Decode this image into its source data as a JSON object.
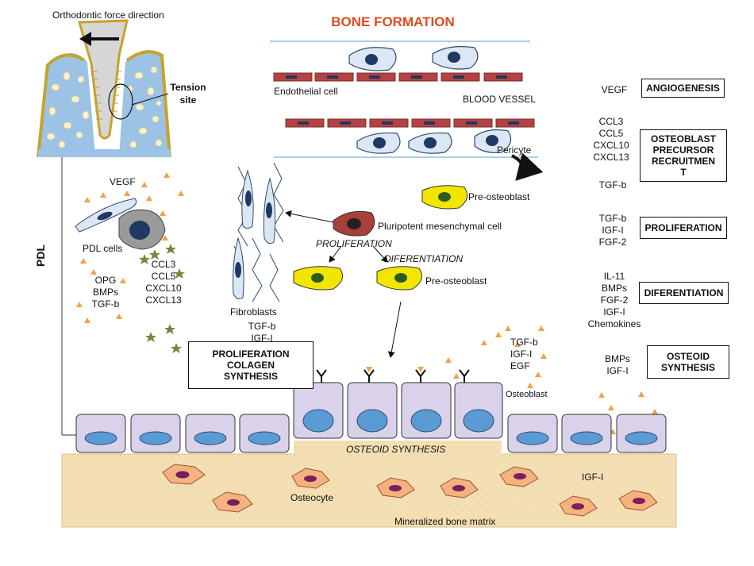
{
  "title": "BONE FORMATION",
  "tooth": {
    "force_label": "Orthodontic force direction",
    "tension_label": "Tension site"
  },
  "pdl_label": "PDL",
  "vessel": {
    "endothelial": "Endothelial cell",
    "blood_vessel": "BLOOD VESSEL",
    "pericyte": "Pericyte"
  },
  "cells": {
    "pre_osteoblast_top": "Pre-osteoblast",
    "pluripotent": "Pluripotent mesenchymal cell",
    "proliferation": "PROLIFERATION",
    "diferentiation": "DIFERENTIATION",
    "pre_osteoblast_bottom": "Pre-osteoblast",
    "fibroblasts": "Fibroblasts",
    "fibro_factors": [
      "TGF-b",
      "IGF-I"
    ],
    "pdl_cells": "PDL cells",
    "vegf_left": "VEGF",
    "left_factors_a": [
      "OPG",
      "BMPs",
      "TGF-b"
    ],
    "left_factors_b": [
      "CCL3",
      "CCL5",
      "CXCL10",
      "CXCL13"
    ],
    "osteoblast_factors": [
      "TGF-b",
      "IGF-I",
      "EGF"
    ],
    "osteoblast": "Osteoblast",
    "osteocyte": "Osteocyte",
    "igf_bottom": "IGF-I"
  },
  "boxes": {
    "prolif_colagen": [
      "PROLIFERATION",
      "COLAGEN",
      "SYNTHESIS"
    ],
    "angiogenesis": "ANGIOGENESIS",
    "recruitment": [
      "OSTEOBLAST",
      "PRECURSOR",
      "RECRUITMEN",
      "T"
    ],
    "proliferation": "PROLIFERATION",
    "diferentiation": "DIFERENTIATION",
    "osteoid": [
      "OSTEOID",
      "SYNTHESIS"
    ]
  },
  "right_factors": {
    "angiogenesis": [
      "VEGF"
    ],
    "recruitment": [
      "CCL3",
      "CCL5",
      "CXCL10",
      "CXCL13"
    ],
    "tgf": [
      "TGF-b"
    ],
    "proliferation": [
      "TGF-b",
      "IGF-I",
      "FGF-2"
    ],
    "diferentiation": [
      "IL-11",
      "BMPs",
      "FGF-2",
      "IGF-I",
      "Chemokines"
    ],
    "osteoid": [
      "BMPs",
      "IGF-I"
    ]
  },
  "osteoid_synthesis": "OSTEOID SYNTHESIS",
  "matrix": "Mineralized bone matrix"
}
